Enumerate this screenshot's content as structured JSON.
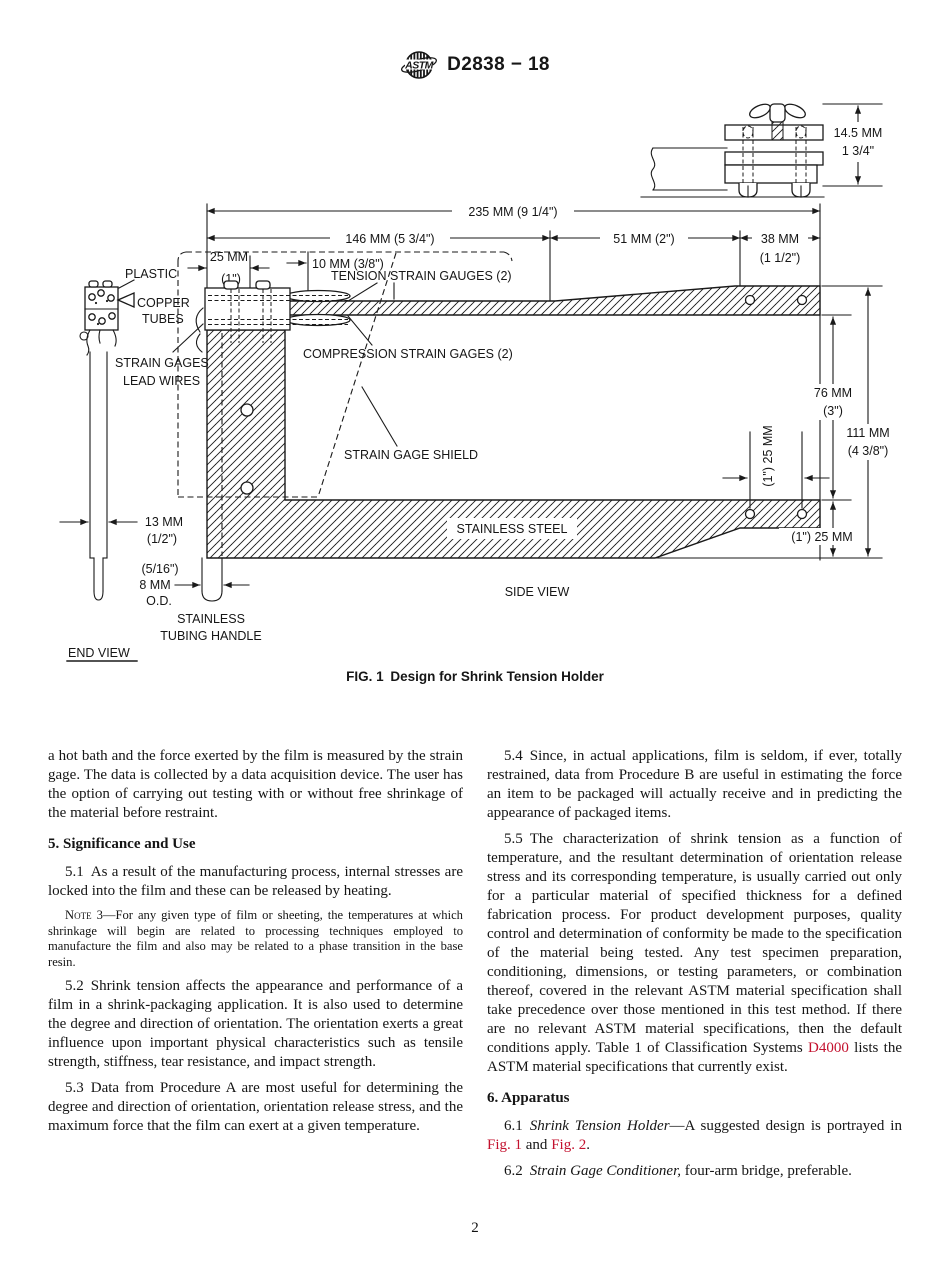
{
  "header": {
    "logo": "ASTM",
    "doc_number": "D2838 − 18"
  },
  "figure": {
    "caption": "FIG. 1 Design for Shrink Tension Holder",
    "labels": {
      "dim_14_5": "14.5 MM",
      "dim_1_34": "1 3/4\"",
      "dim_235": "235 MM (9 1/4\")",
      "dim_146": "146 MM (5 3/4\")",
      "dim_51": "51 MM (2\")",
      "dim_38": "38 MM",
      "dim_38b": "(1 1/2\")",
      "dim_25a": "25 MM",
      "dim_25b": "(1\")",
      "dim_10": "10 MM (3/8\")",
      "tension": "TENSION STRAIN GAUGES (2)",
      "compression": "COMPRESSION STRAIN GAGES (2)",
      "shield": "STRAIN GAGE SHIELD",
      "plastic": "PLASTIC",
      "copper1": "COPPER",
      "copper2": "TUBES",
      "lead1": "STRAIN GAGES",
      "lead2": "LEAD WIRES",
      "dim_13a": "13 MM",
      "dim_13b": "(1/2\")",
      "dim_8a": "(5/16\")",
      "dim_8b": "8 MM",
      "dim_8c": "O.D.",
      "handle1": "STAINLESS",
      "handle2": "TUBING HANDLE",
      "steel": "STAINLESS STEEL",
      "side_view": "SIDE VIEW",
      "end_view": "END VIEW",
      "dim_76a": "76 MM",
      "dim_76b": "(3\")",
      "dim_111a": "111 MM",
      "dim_111b": "(4 3/8\")",
      "dim_25rot": "(1\") 25 MM",
      "dim_25c": "(1\") 25 MM"
    }
  },
  "body": {
    "left": {
      "p_cont": "a hot bath and the force exerted by the film is measured by the strain gage. The data is collected by a data acquisition device. The user has the option of carrying out testing with or without free shrinkage of the material before restraint.",
      "h5": "5. Significance and Use",
      "p51_num": "5.1",
      "p51": "As a result of the manufacturing process, internal stresses are locked into the film and these can be released by heating.",
      "note_label": "Note 3",
      "note_text": "—For any given type of film or sheeting, the temperatures at which shrinkage will begin are related to processing techniques employed to manufacture the film and also may be related to a phase transition in the base resin.",
      "p52_num": "5.2",
      "p52": "Shrink tension affects the appearance and performance of a film in a shrink-packaging application. It is also used to determine the degree and direction of orientation. The orientation exerts a great influence upon important physical characteristics such as tensile strength, stiffness, tear resistance, and impact strength.",
      "p53_num": "5.3",
      "p53": "Data from Procedure A are most useful for determining the degree and direction of orientation, orientation release stress, and the maximum force that the film can exert at a given temperature."
    },
    "right": {
      "p54_num": "5.4",
      "p54": "Since, in actual applications, film is seldom, if ever, totally restrained, data from Procedure B are useful in estimating the force an item to be packaged will actually receive and in predicting the appearance of packaged items.",
      "p55_num": "5.5",
      "p55_a": "The characterization of shrink tension as a function of temperature, and the resultant determination of orientation release stress and its corresponding temperature, is usually carried out only for a particular material of specified thickness for a defined fabrication process. For product development purposes, quality control and determination of conformity be made to the specification of the material being tested. Any test specimen preparation, conditioning, dimensions, or testing parameters, or combination thereof, covered in the relevant ASTM material specification shall take precedence over those mentioned in this test method. If there are no relevant ASTM material specifications, then the default conditions apply. Table 1 of Classification Systems ",
      "p55_link": "D4000",
      "p55_b": " lists the ASTM material specifications that currently exist.",
      "h6": "6. Apparatus",
      "p61_num": "6.1",
      "p61_title": "Shrink Tension Holder",
      "p61_a": "—A suggested design is portrayed in ",
      "p61_fig1": "Fig. 1",
      "p61_and": " and ",
      "p61_fig2": "Fig. 2",
      "p61_end": ".",
      "p62_num": "6.2",
      "p62_title": "Strain Gage Conditioner,",
      "p62_b": " four-arm bridge, preferable."
    }
  },
  "footer": {
    "page_number": "2"
  },
  "colors": {
    "link": "#c3112e",
    "ink": "#1a1a1a",
    "background": "#ffffff"
  }
}
